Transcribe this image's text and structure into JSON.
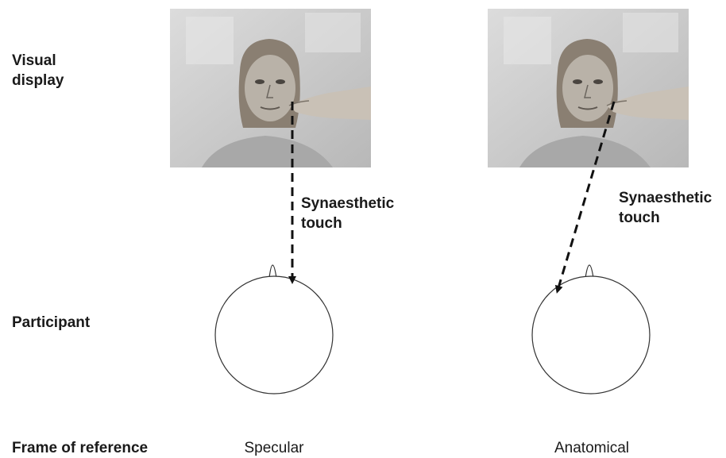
{
  "rows": {
    "visual_display": "Visual\ndisplay",
    "participant": "Participant",
    "frame_of_reference": "Frame of reference"
  },
  "columns": [
    {
      "frame": "Specular",
      "touch_label": "Synaesthetic\ntouch"
    },
    {
      "frame": "Anatomical",
      "touch_label": "Synaesthetic\ntouch"
    }
  ],
  "colors": {
    "photo_background": "#c8c8c8",
    "arrow": "#111111",
    "head_outline": "#333333"
  },
  "icons": [
    "face-photo",
    "touching-finger",
    "head-top-view",
    "nose-mark",
    "dashed-arrow"
  ]
}
